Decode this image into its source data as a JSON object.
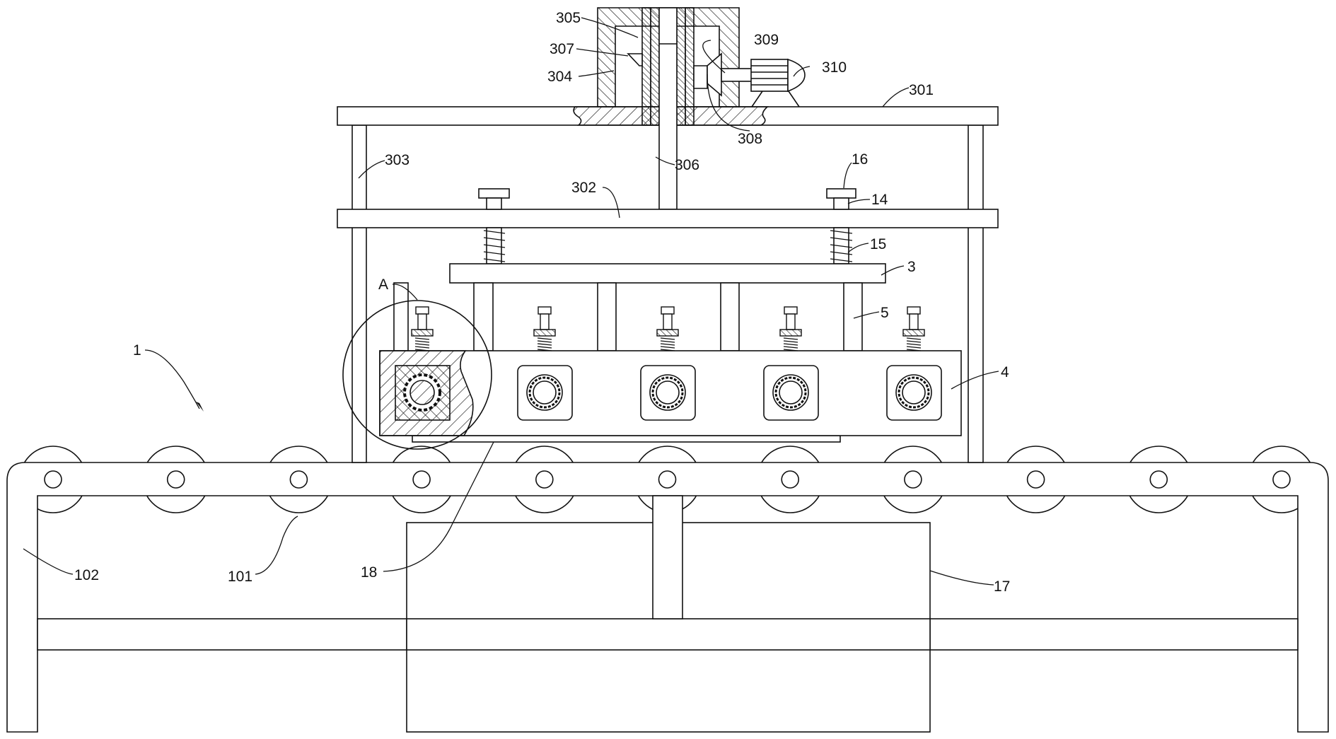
{
  "figure": {
    "title": "Conveyor roller press mechanism (patent drawing)",
    "callouts": {
      "assembly": "1",
      "roller": "101",
      "frame": "102",
      "lower_plate": "3",
      "block": "4",
      "post": "5",
      "pin": "14",
      "spring": "15",
      "cap": "16",
      "base_box": "17",
      "guide_plate": "18",
      "top_plate": "301",
      "middle_plate": "302",
      "column": "303",
      "gear_housing": "304",
      "bearing_sleeve": "305",
      "drive_shaft": "306",
      "bevel_gear_driven": "307",
      "bevel_gear_drive": "308",
      "motor_shaft": "309",
      "motor": "310",
      "detail_view": "A"
    }
  }
}
